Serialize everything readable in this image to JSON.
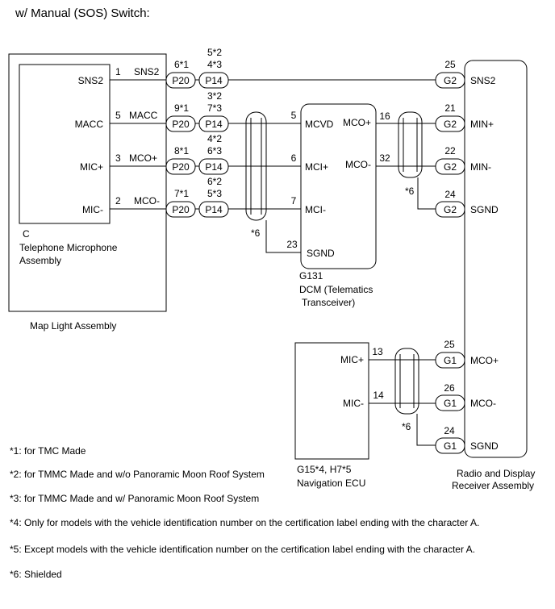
{
  "title": "w/ Manual (SOS) Switch:",
  "map_light": {
    "name": "Map Light Assembly",
    "microphone": {
      "code": "C",
      "name_line1": "Telephone Microphone",
      "name_line2": "Assembly",
      "pins": [
        "SNS2",
        "MACC",
        "MIC+",
        "MIC-"
      ],
      "pin_numbers": [
        "1",
        "5",
        "3",
        "2"
      ],
      "wire_labels": [
        "SNS2",
        "MACC",
        "MCO+",
        "MCO-"
      ]
    }
  },
  "connectors": {
    "p20_label": "P20",
    "p14_label": "P14",
    "p20_pins": [
      "6*1",
      "9*1",
      "8*1",
      "7*1"
    ],
    "p14_pins_top": [
      "5*2",
      "3*2",
      "4*2",
      "6*2"
    ],
    "p14_pins_bottom": [
      "4*3",
      "7*3",
      "6*3",
      "5*3"
    ],
    "g2_label": "G2",
    "g1_label": "G1"
  },
  "dcm": {
    "code": "G131",
    "name_line1": "DCM (Telematics",
    "name_line2": "Transceiver)",
    "left_pins": [
      "MCVD",
      "MCI+",
      "MCI-",
      "SGND"
    ],
    "left_pin_numbers": [
      "5",
      "6",
      "7",
      "23"
    ],
    "right_pins": [
      "MCO+",
      "MCO-"
    ],
    "right_pin_numbers": [
      "16",
      "32"
    ]
  },
  "radio": {
    "name_line1": "Radio and Display",
    "name_line2": "Receiver Assembly",
    "g2_pins": [
      "SNS2",
      "MIN+",
      "MIN-",
      "SGND"
    ],
    "g2_numbers": [
      "25",
      "21",
      "22",
      "24"
    ],
    "g1_pins": [
      "MCO+",
      "MCO-",
      "SGND"
    ],
    "g1_numbers": [
      "25",
      "26",
      "24"
    ]
  },
  "nav": {
    "code": "G15*4, H7*5",
    "name": "Navigation ECU",
    "pins": [
      "MIC+",
      "MIC-"
    ],
    "pin_numbers": [
      "13",
      "14"
    ]
  },
  "shield_label": "*6",
  "footnotes": [
    "*1: for TMC Made",
    "*2: for TMMC Made and w/o Panoramic Moon Roof System",
    "*3: for TMMC Made and w/ Panoramic Moon Roof System",
    "*4: Only for models with the vehicle identification number on the certification label ending with the character A.",
    "*5: Except models with the vehicle identification number on the certification label ending with the character A.",
    "*6: Shielded"
  ]
}
